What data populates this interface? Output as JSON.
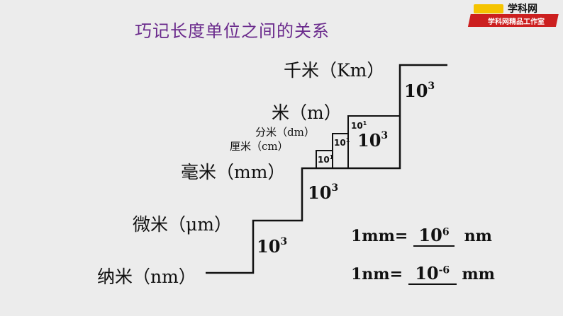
{
  "title": "巧记长度单位之间的关系",
  "logo": {
    "brand": "学科网",
    "tagline": "学科网精品工作室",
    "color": "#cc1f1f"
  },
  "units": {
    "km": "千米（Km）",
    "m": "米（m）",
    "dm": "分米（dm）",
    "cm": "厘米（cm）",
    "mm": "毫米（mm）",
    "um": "微米（μm）",
    "nm": "纳米（nm）"
  },
  "steps": {
    "big": {
      "base": "10",
      "exp": "3"
    },
    "small": {
      "base": "10",
      "exp": "1"
    }
  },
  "conversions": [
    {
      "lhs": "1mm=",
      "base": "10",
      "exp": "6",
      "unit": "nm"
    },
    {
      "lhs": "1nm=",
      "base": "10",
      "exp": "-6",
      "unit": "mm"
    }
  ]
}
